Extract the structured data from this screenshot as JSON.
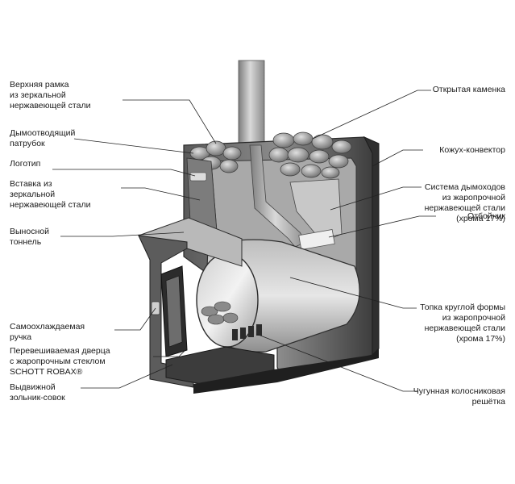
{
  "title": "",
  "callouts_left": [
    {
      "id": "upper-frame",
      "lines": [
        "Верхняя рамка",
        "из зеркальной",
        "нержавеющей стали"
      ]
    },
    {
      "id": "flue-pipe",
      "lines": [
        "Дымоотводящий",
        "патрубок"
      ]
    },
    {
      "id": "logo",
      "lines": [
        "Логотип"
      ]
    },
    {
      "id": "mirror-insert",
      "lines": [
        "Вставка из",
        "зеркальной",
        "нержавеющей стали"
      ]
    },
    {
      "id": "remote-tunnel",
      "lines": [
        "Выносной",
        "тоннель"
      ]
    },
    {
      "id": "self-cooling-handle",
      "lines": [
        "Самоохлаждаемая",
        "ручка"
      ]
    },
    {
      "id": "reversible-door",
      "lines": [
        "Перевешиваемая дверца",
        "с жаропрочным стеклом",
        "SCHOTT ROBAX®"
      ]
    },
    {
      "id": "ash-drawer",
      "lines": [
        "Выдвижной",
        "зольник-совок"
      ]
    }
  ],
  "callouts_right": [
    {
      "id": "open-heater",
      "lines": [
        "Открытая каменка"
      ]
    },
    {
      "id": "convector-casing",
      "lines": [
        "Кожух-конвектор"
      ]
    },
    {
      "id": "flue-system",
      "lines": [
        "Система дымоходов",
        "из жаропрочной",
        "нержавеющей стали",
        "(хрома 17%)"
      ]
    },
    {
      "id": "deflector",
      "lines": [
        "Отбойник"
      ]
    },
    {
      "id": "round-firebox",
      "lines": [
        "Топка круглой формы",
        "из жаропрочной",
        "нержавеющей стали",
        "(хрома 17%)"
      ]
    },
    {
      "id": "cast-iron-grate",
      "lines": [
        "Чугунная колосниковая",
        "решётка"
      ]
    }
  ]
}
